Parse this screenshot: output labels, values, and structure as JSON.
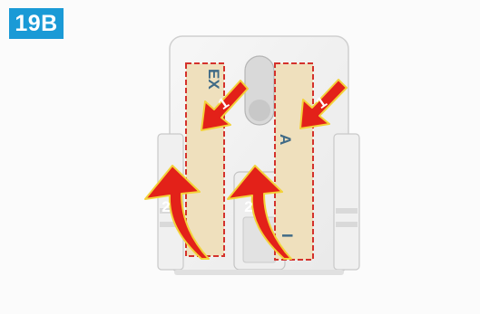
{
  "step_label": "19B",
  "arrows": {
    "peel_step": "1",
    "fold_step": "2"
  },
  "tape_text": {
    "left": "EX",
    "right_top": "A",
    "right_bottom": "I"
  },
  "colors": {
    "badge": "#1a9ad6",
    "arrow_fill": "#e32119",
    "arrow_outline": "#f3d23a",
    "tape": "#efe0bd",
    "tape_border": "#d4322c",
    "bracket": "#f4f4f4"
  }
}
